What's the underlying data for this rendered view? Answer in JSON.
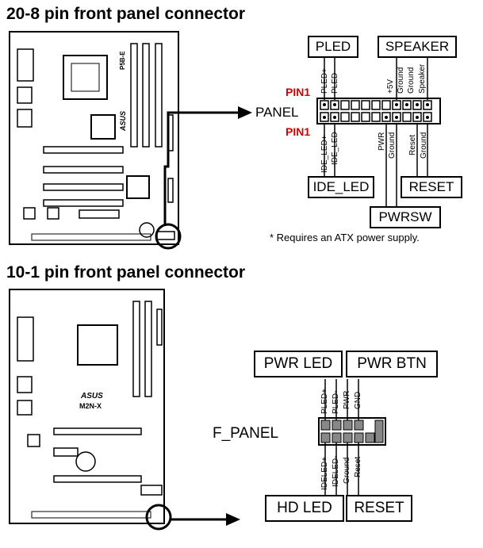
{
  "section1": {
    "title": "20-8 pin front panel connector",
    "panel_label": "PANEL",
    "pin1_top": "PIN1",
    "pin1_bottom": "PIN1",
    "groups": {
      "pled": "PLED",
      "speaker": "SPEAKER",
      "ide_led": "IDE_LED",
      "reset": "RESET",
      "pwrsw": "PWRSW"
    },
    "top_pins": [
      "PLED+",
      "PLED-",
      "+5V",
      "Ground",
      "Ground",
      "Speaker"
    ],
    "bottom_pins": [
      "IDE_LED+",
      "IDE_LED-",
      "PWR",
      "Ground",
      "Reset",
      "Ground"
    ],
    "board_model": "P5B-E",
    "board_brand": "ASUS",
    "note": "* Requires an ATX power supply."
  },
  "section2": {
    "title": "10-1 pin front panel connector",
    "panel_label": "F_PANEL",
    "groups": {
      "pwr_led": "PWR LED",
      "pwr_btn": "PWR BTN",
      "hd_led": "HD LED",
      "reset": "RESET"
    },
    "top_pins": [
      "PLED+",
      "PLED-",
      "PWR",
      "GND"
    ],
    "bottom_pins": [
      "IDELED+",
      "IDELED-",
      "Ground",
      "Reset"
    ],
    "board_model": "M2N-X",
    "board_brand": "ASUS"
  },
  "colors": {
    "pin1": "#d40000",
    "pin_fill": "#888888"
  }
}
